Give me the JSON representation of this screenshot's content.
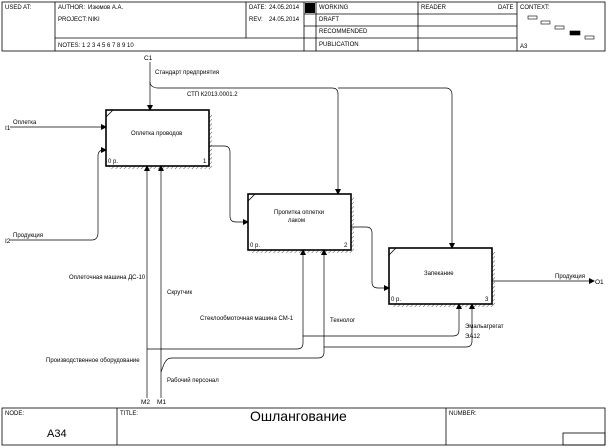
{
  "header": {
    "used_at_label": "USED AT:",
    "author_label": "AUTHOR:",
    "author": "Изюмов А.А.",
    "project_label": "PROJECT:",
    "project": "NIKI",
    "notes_label": "NOTES:",
    "notes": "1 2 3 4 5 6 7 8 9 10",
    "date_label": "DATE:",
    "date": "24.05.2014",
    "rev_label": "REV:",
    "rev": "24.05.2014",
    "status": [
      "WORKING",
      "DRAFT",
      "RECOMMENDED",
      "PUBLICATION"
    ],
    "reader_label": "READER",
    "reader_date_label": "DATE",
    "context_label": "CONTEXT:",
    "context_node": "A3"
  },
  "footer": {
    "node_label": "NODE:",
    "node": "A34",
    "title_label": "TITLE:",
    "title": "Ошлангование",
    "number_label": "NUMBER:"
  },
  "boxes": [
    {
      "title": "Оплетка проводов",
      "title2": "",
      "cost": "0 р.",
      "num": "1"
    },
    {
      "title": "Пропитка оплетки",
      "title2": "лаком",
      "cost": "0 р.",
      "num": "2"
    },
    {
      "title": "Запекание",
      "title2": "",
      "cost": "0 р.",
      "num": "3"
    }
  ],
  "labels": {
    "c1": "C1",
    "standard": "Стандарт предприятия",
    "stp": "СТП К2013.0001.2",
    "i1": "I1",
    "opletka": "Оплетка",
    "i2": "I2",
    "produkciya_in": "Продукция",
    "produkciya_out": "Продукция",
    "o1": "O1",
    "m2": "M2",
    "m1": "M1",
    "opletochnaya": "Оплеточная машина ДС-10",
    "skrutchik": "Скрутчик",
    "steklo": "Стеклообмоточная машина СМ-1",
    "tehnolog": "Технолог",
    "emal1": "Эмальагрегат",
    "emal2": "ЭА12",
    "proizv": "Производственное оборудование",
    "personal": "Рабочий персонал"
  }
}
